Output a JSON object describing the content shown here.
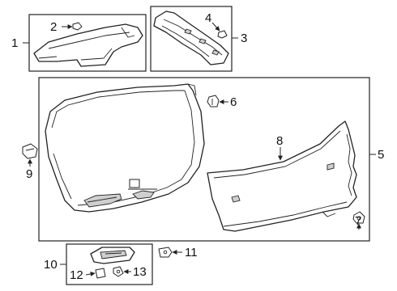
{
  "callouts": {
    "c1": "1",
    "c2": "2",
    "c3": "3",
    "c4": "4",
    "c5": "5",
    "c6": "6",
    "c7": "7",
    "c8": "8",
    "c9": "9",
    "c10": "10",
    "c11": "11",
    "c12": "12",
    "c13": "13"
  },
  "colors": {
    "line": "#222222",
    "fill": "#ffffff",
    "shade": "#cfcfcf"
  }
}
